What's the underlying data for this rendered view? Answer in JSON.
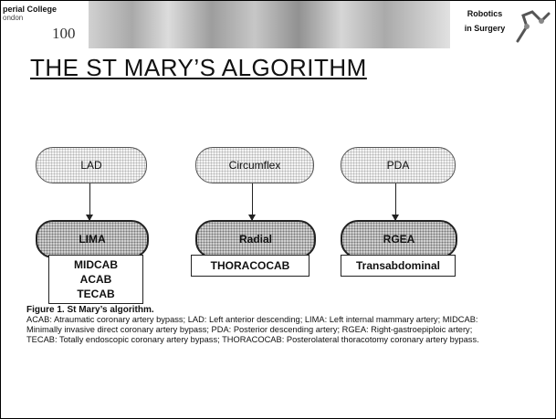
{
  "header": {
    "logo_line1": "perial College",
    "logo_line2": "ondon",
    "logo_number": "100",
    "course_title_line1": "Robotics",
    "course_title_line2": "in Surgery"
  },
  "slide": {
    "title": "THE ST MARY’S ALGORITHM"
  },
  "figure": {
    "columns": [
      {
        "top": "LAD",
        "bottom": "LIMA",
        "procedures": [
          "MIDCAB",
          "ACAB",
          "TECAB"
        ]
      },
      {
        "top": "Circumflex",
        "bottom": "Radial",
        "procedures": [
          "THORACOCAB"
        ]
      },
      {
        "top": "PDA",
        "bottom": "RGEA",
        "procedures": [
          "Transabdominal"
        ]
      }
    ],
    "caption_title": "Figure 1. St Mary’s algorithm.",
    "caption_text": "ACAB: Atraumatic coronary artery bypass; LAD: Left anterior descending; LIMA: Left internal mammary artery; MIDCAB: Minimally invasive direct coronary artery bypass; PDA: Posterior descending artery; RGEA: Right-gastroepiploic artery; TECAB: Totally endoscopic coronary artery bypass; THORACOCAB: Posterolateral thoracotomy coronary artery bypass."
  }
}
